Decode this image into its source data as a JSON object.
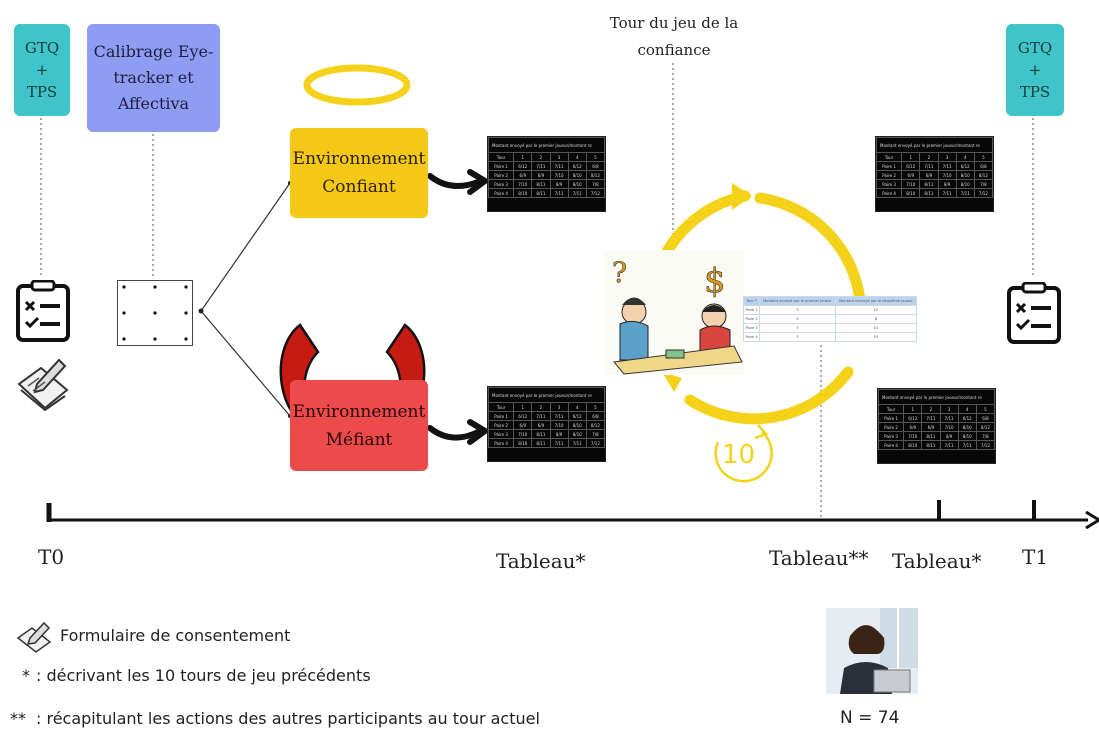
{
  "boxes": {
    "gtq_left": [
      "GTQ",
      "+",
      "TPS"
    ],
    "calibrage": [
      "Calibrage Eye-",
      "tracker et",
      "Affectiva"
    ],
    "confiant": [
      "Environnement",
      "Confiant"
    ],
    "mefiant": [
      "Environnement",
      "Méfiant"
    ],
    "gtq_right": [
      "GTQ",
      "+",
      "TPS"
    ]
  },
  "tour_label": [
    "Tour du jeu de la",
    "confiance"
  ],
  "round_count": "10",
  "timeline": {
    "t0": "T0",
    "tableau1": "Tableau*",
    "tableau2": "Tableau**",
    "tableau3": "Tableau*",
    "t1": "T1"
  },
  "legend": {
    "consent": "Formulaire de consentement",
    "star1_mark": "*",
    "star1": ": décrivant les 10 tours de jeu précédents",
    "star2_mark": "**",
    "star2": ": récapitulant les actions des autres participants au tour actuel"
  },
  "sample": "N = 74",
  "results_table": {
    "title": "Montant envoyé par le premier joueur/montant re",
    "header": [
      "Tour",
      "1",
      "2",
      "3",
      "4",
      "5"
    ],
    "rows": [
      [
        "Paire 1",
        "6/12",
        "7/11",
        "7/11",
        "6/12",
        "6/8"
      ],
      [
        "Paire 2",
        "6/9",
        "6/9",
        "7/10",
        "8/10",
        "8/12"
      ],
      [
        "Paire 3",
        "7/10",
        "8/11",
        "8/9",
        "8/10",
        "7/8"
      ],
      [
        "Paire 4",
        "8/10",
        "8/11",
        "7/11",
        "7/11",
        "7/12"
      ]
    ]
  },
  "light_table": {
    "header": [
      "Tour *",
      "Montant envoyé par le premier joueur",
      "Montant renvoyé par le deuxième joueur"
    ],
    "rows": [
      [
        "Paire 1",
        "5",
        "10"
      ],
      [
        "Paire 2",
        "5",
        "8"
      ],
      [
        "Paire 3",
        "5",
        "10"
      ],
      [
        "Paire 4",
        "5",
        "10"
      ]
    ]
  },
  "colors": {
    "teal": "#3fc5c9",
    "blue": "#8e9cf2",
    "yellow": "#f5c817",
    "red": "#ec4b4b",
    "gold": "#f5d21a"
  }
}
